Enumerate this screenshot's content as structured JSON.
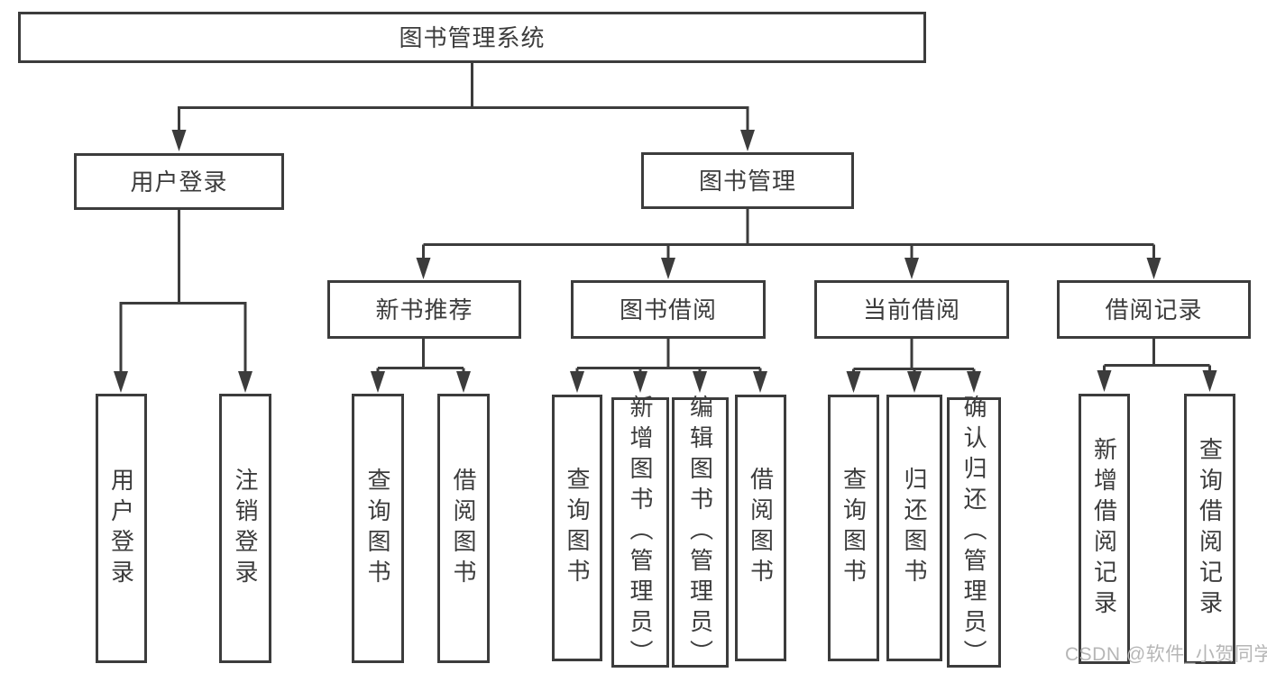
{
  "tree": {
    "label": "图书管理系统",
    "children": [
      {
        "label": "用户登录",
        "children": [
          {
            "label": "用户登录"
          },
          {
            "label": "注销登录"
          }
        ]
      },
      {
        "label": "图书管理",
        "children": [
          {
            "label": "新书推荐",
            "children": [
              {
                "label": "查询图书"
              },
              {
                "label": "借阅图书"
              }
            ]
          },
          {
            "label": "图书借阅",
            "children": [
              {
                "label": "查询图书"
              },
              {
                "label": "新增图书（管理员）"
              },
              {
                "label": "编辑图书（管理员）"
              },
              {
                "label": "借阅图书"
              }
            ]
          },
          {
            "label": "当前借阅",
            "children": [
              {
                "label": "查询图书"
              },
              {
                "label": "归还图书"
              },
              {
                "label": "确认归还（管理员）"
              }
            ]
          },
          {
            "label": "借阅记录",
            "children": [
              {
                "label": "新增借阅记录"
              },
              {
                "label": "查询借阅记录"
              }
            ]
          }
        ]
      }
    ]
  },
  "watermark": {
    "text": "CSDN @软件_小贺同学"
  },
  "colors": {
    "line": "#3c3c3c",
    "box_border": "#3c3c3c",
    "text": "#3c3c3c",
    "background": "#ffffff",
    "watermark_text": "#b6b6b6"
  }
}
